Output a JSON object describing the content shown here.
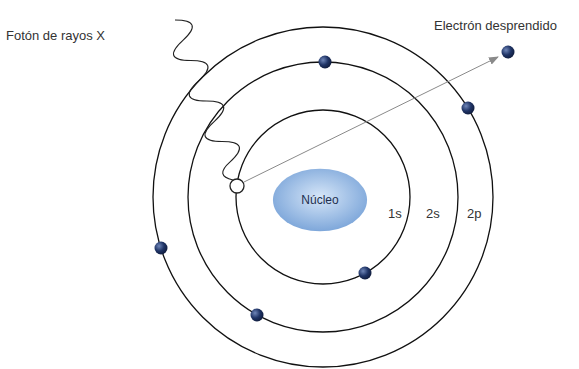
{
  "diagram": {
    "nodes": [
      {
        "text": [
          "Núcleo"
        ]
      }
    ],
    "labels": [
      "Fotón de rayos X",
      "Electrón desprendido",
      "1s",
      "2s",
      "2p"
    ]
  }
}
